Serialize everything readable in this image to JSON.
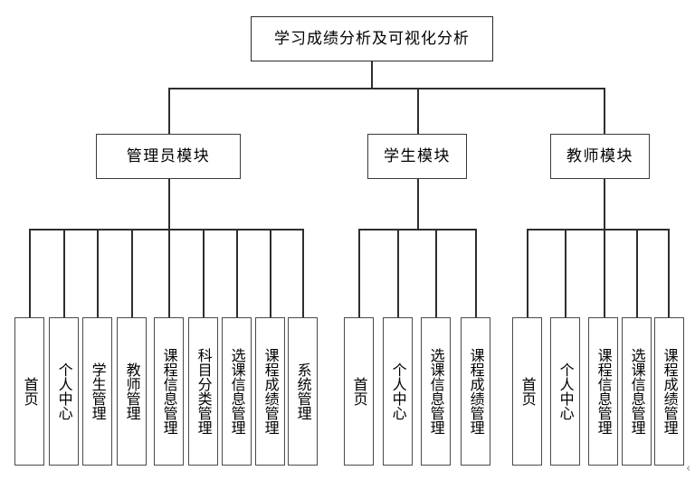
{
  "diagram": {
    "title": "学习成绩分析及可视化分析",
    "type": "organization-tree",
    "root": {
      "label": "学习成绩分析及可视化分析"
    },
    "modules": [
      {
        "label": "管理员模块"
      },
      {
        "label": "学生模块"
      },
      {
        "label": "教师模块"
      }
    ],
    "admin_leaves": [
      {
        "label": "首页"
      },
      {
        "label": "个人中心"
      },
      {
        "label": "学生管理"
      },
      {
        "label": "教师管理"
      },
      {
        "label": "课程信息管理"
      },
      {
        "label": "科目分类管理"
      },
      {
        "label": "选课信息管理"
      },
      {
        "label": "课程成绩管理"
      },
      {
        "label": "系统管理"
      }
    ],
    "student_leaves": [
      {
        "label": "首页"
      },
      {
        "label": "个人中心"
      },
      {
        "label": "选课信息管理"
      },
      {
        "label": "课程成绩管理"
      }
    ],
    "teacher_leaves": [
      {
        "label": "首页"
      },
      {
        "label": "个人中心"
      },
      {
        "label": "课程信息管理"
      },
      {
        "label": "选课信息管理"
      },
      {
        "label": "课程成绩管理"
      }
    ],
    "artifact": {
      "glyph": "‹"
    },
    "colors": {
      "background": "#ffffff",
      "box_border": "#3a3a3a",
      "leaf_border": "#4a4a4a",
      "line": "#2e2e2e",
      "text": "#000000"
    }
  }
}
